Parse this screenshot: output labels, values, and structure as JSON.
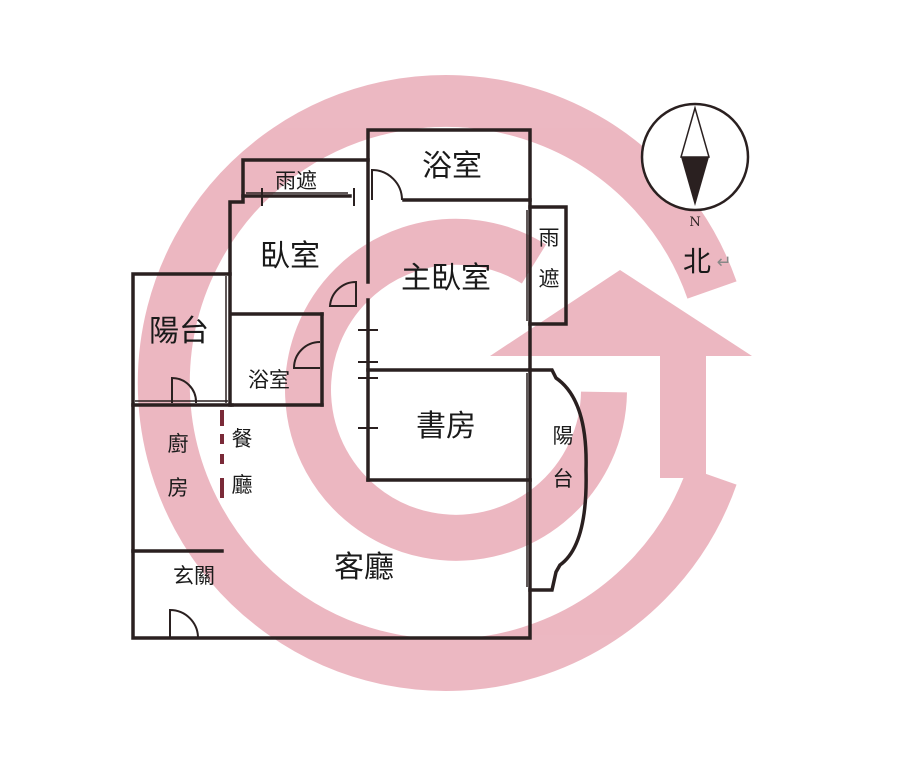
{
  "rooms": {
    "rain_shelter_top": "雨遮",
    "bathroom_top": "浴室",
    "bedroom": "臥室",
    "master_bedroom": "主臥室",
    "rain_shelter_right_1": "雨",
    "rain_shelter_right_2": "遮",
    "balcony_left": "陽台",
    "bathroom_small": "浴室",
    "study": "書房",
    "kitchen_1": "廚",
    "kitchen_2": "房",
    "dining_1": "餐",
    "dining_2": "廳",
    "balcony_right_1": "陽",
    "balcony_right_2": "台",
    "entrance": "玄關",
    "living_room": "客廳"
  },
  "compass": {
    "letter": "N",
    "label": "北",
    "return_mark": "↵"
  },
  "watermark": {
    "shape": "circular-arrow-house-logo",
    "color": "#e8a8b4"
  },
  "colors": {
    "wall": "#2a2020",
    "accent_wall": "#7a2a38"
  }
}
